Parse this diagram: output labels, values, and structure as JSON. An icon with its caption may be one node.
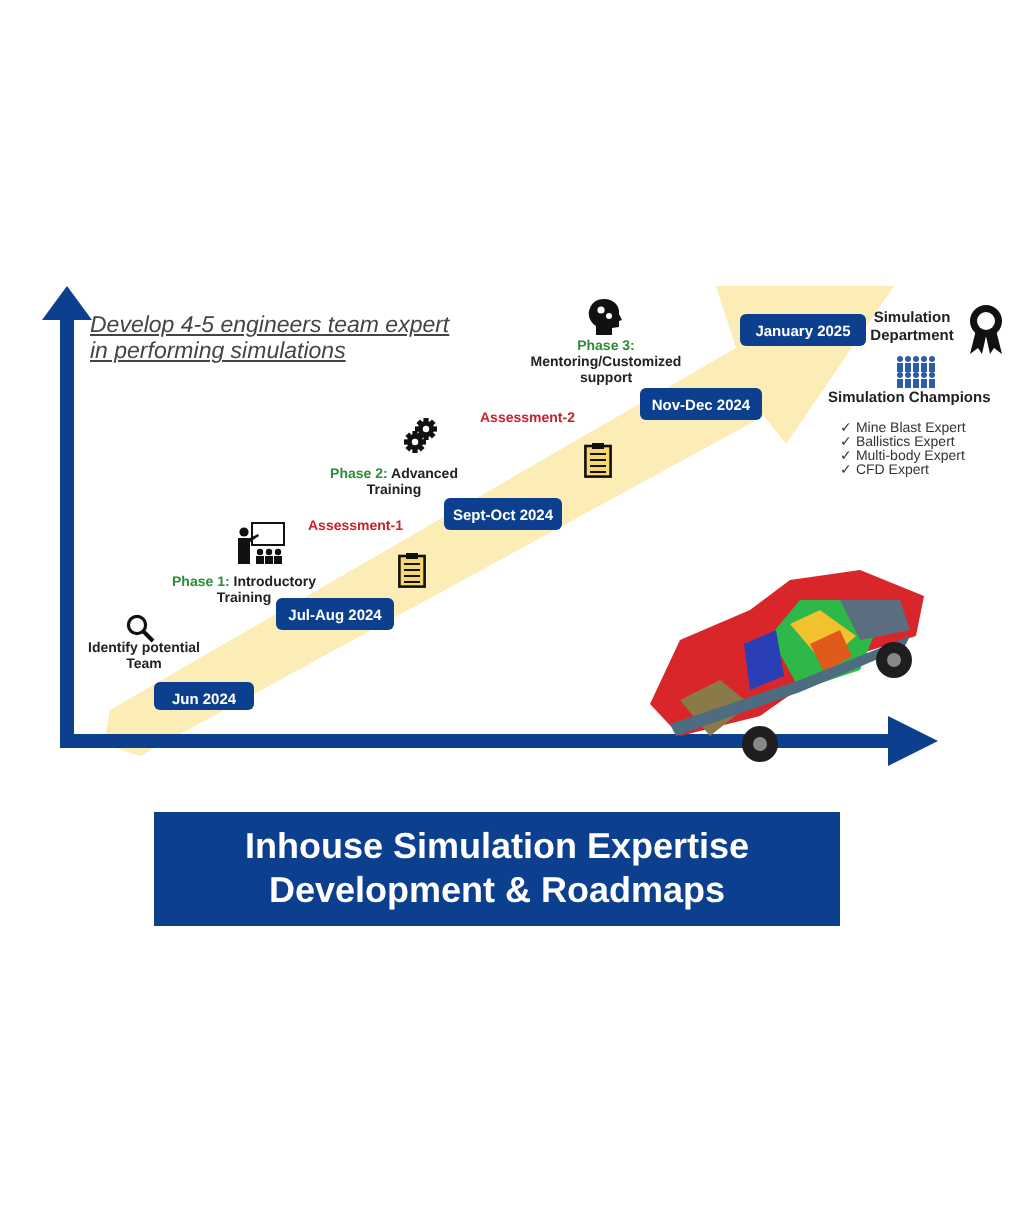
{
  "diagram": {
    "title": "Inhouse Simulation Expertise Development & Roadmaps",
    "nodes": [
      {
        "text": [
          "Jun 2024"
        ]
      },
      {
        "text": [
          "Jul-Aug 2024"
        ]
      },
      {
        "text": [
          "Sept-Oct 2024"
        ]
      },
      {
        "text": [
          "**Nov-Dec** 2024"
        ]
      },
      {
        "text": [
          "January 2025"
        ]
      }
    ],
    "labels": [
      "Develop 4-5 engineers team expert in performing simulations",
      "Simulation Department",
      "**Phase 3:** Mentoring/Customized support",
      "Simulation Champions",
      "✓ Mine Blast Expert",
      "✓ Ballistics Expert",
      "✓ Multi-body Expert",
      "✓ CFD Expert",
      "Assessment-2",
      "**Phase 2:** Advanced Training",
      "Assessment-1",
      "**Phase 1:** Introductory Training",
      "Identify potential Team"
    ]
  }
}
